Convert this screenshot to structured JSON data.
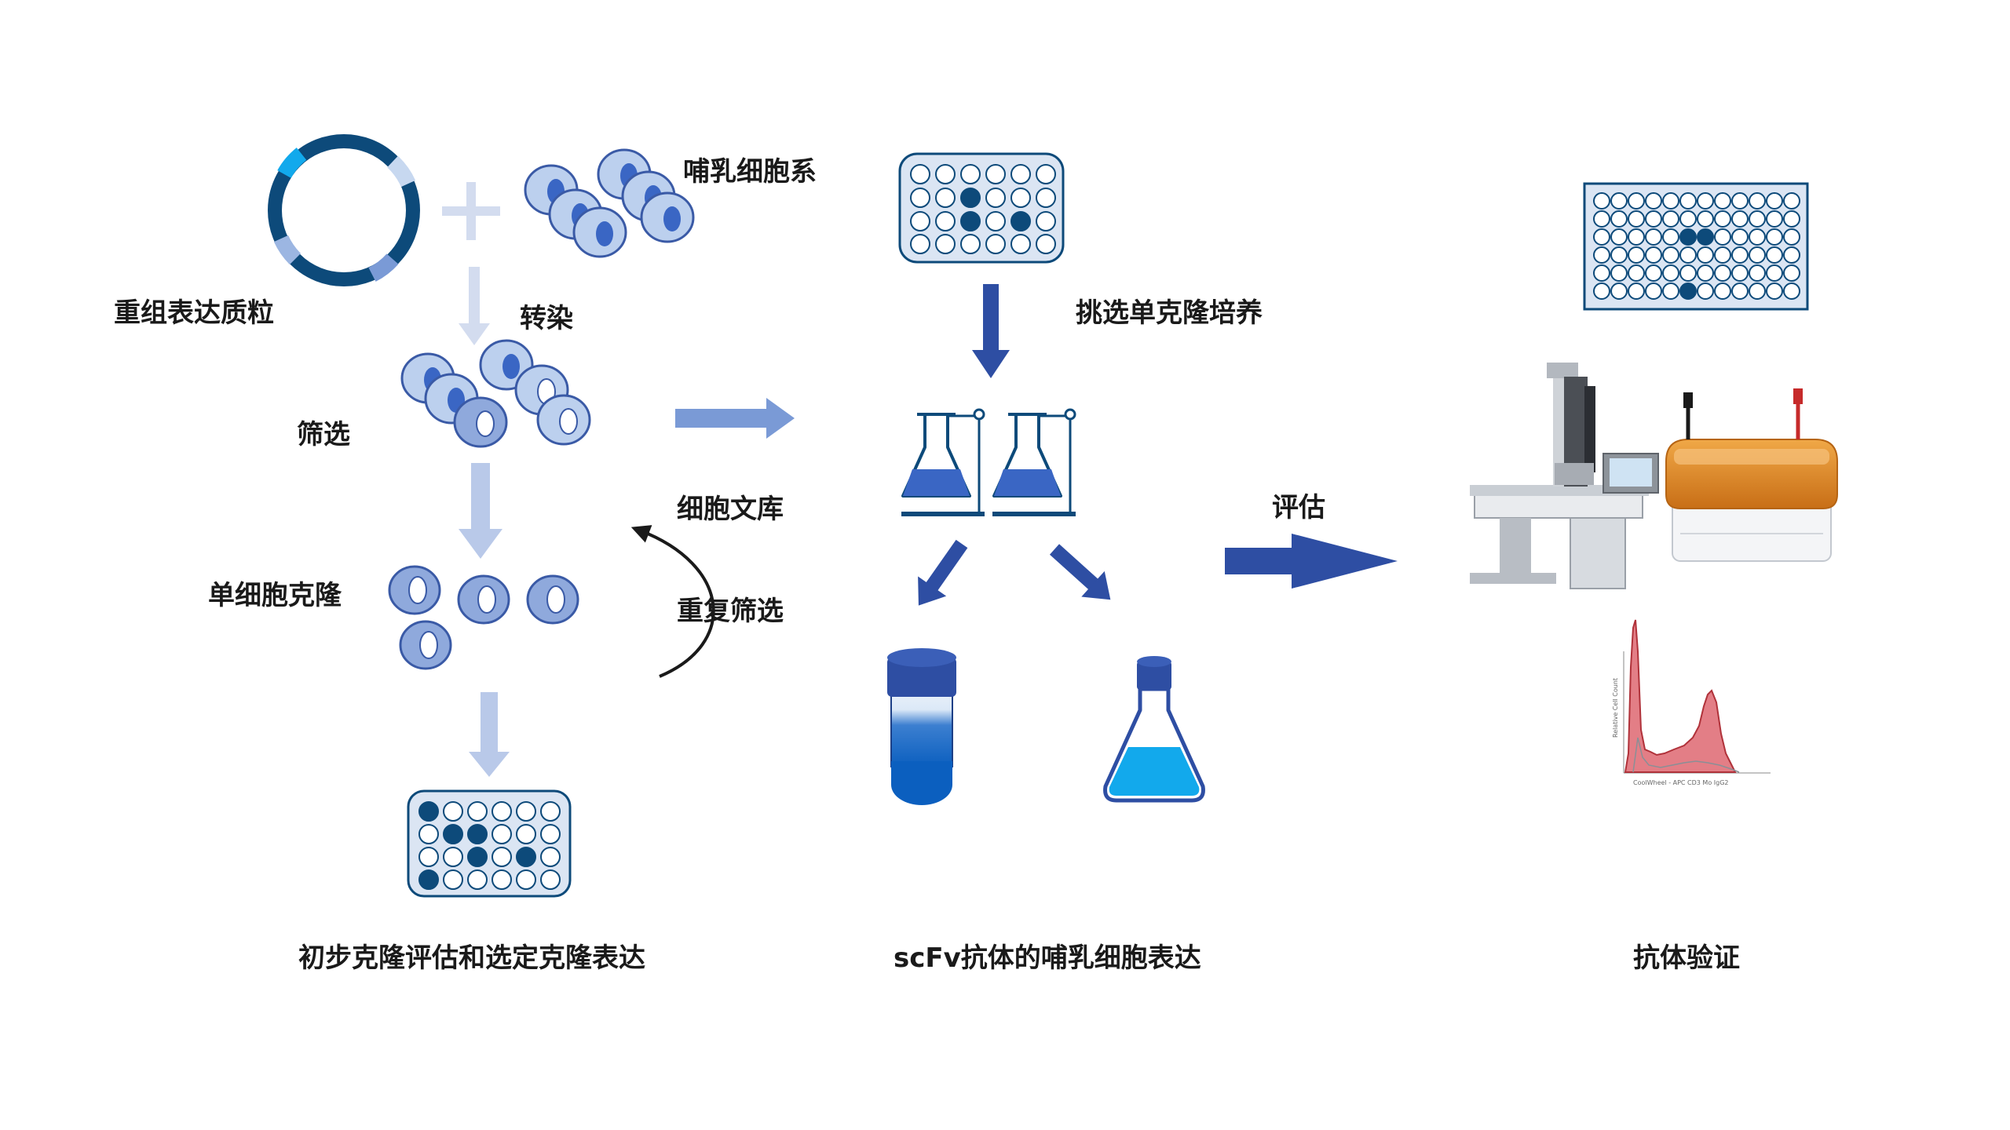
{
  "labels": {
    "plasmid": "重组表达质粒",
    "cell_line": "哺乳细胞系",
    "transfect": "转染",
    "screen": "筛选",
    "single_clone": "单细胞克隆",
    "cell_library": "细胞文库",
    "repeat_screen": "重复筛选",
    "pick_clone": "挑选单克隆培养",
    "evaluate": "评估",
    "caption_left": "初步克隆评估和选定克隆表达",
    "caption_middle": "scFv抗体的哺乳细胞表达",
    "caption_right": "抗体验证",
    "histogram_ylabel": "Relative Cell Count",
    "histogram_xlabel": "CoolWheel - APC CD3 Mo IgG2"
  },
  "colors": {
    "dark_navy": "#0d4a7a",
    "royal_blue": "#2e4ea3",
    "cell_fill": "#bcd0ee",
    "cell_border": "#3a5aa6",
    "pale_arrow": "#b9c9e9",
    "cyan": "#12a9ec",
    "flask_blue": "#3a66c4",
    "histogram_red": "#d9535d",
    "orange": "#e38a2a"
  }
}
